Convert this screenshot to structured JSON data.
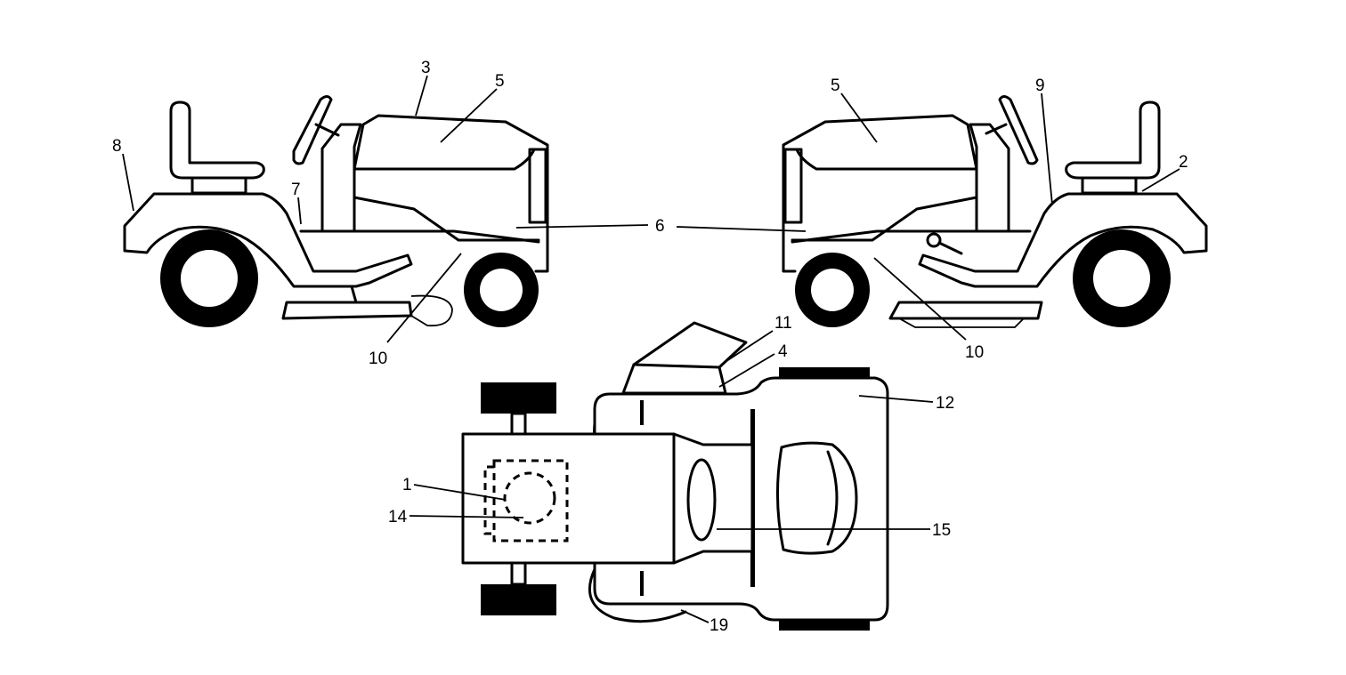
{
  "callouts": {
    "c1": "1",
    "c2": "2",
    "c3": "3",
    "c4": "4",
    "c5_left": "5",
    "c5_right": "5",
    "c6": "6",
    "c7": "7",
    "c8": "8",
    "c9": "9",
    "c10_left": "10",
    "c10_right": "10",
    "c11": "11",
    "c12": "12",
    "c14": "14",
    "c15": "15",
    "c19": "19"
  }
}
